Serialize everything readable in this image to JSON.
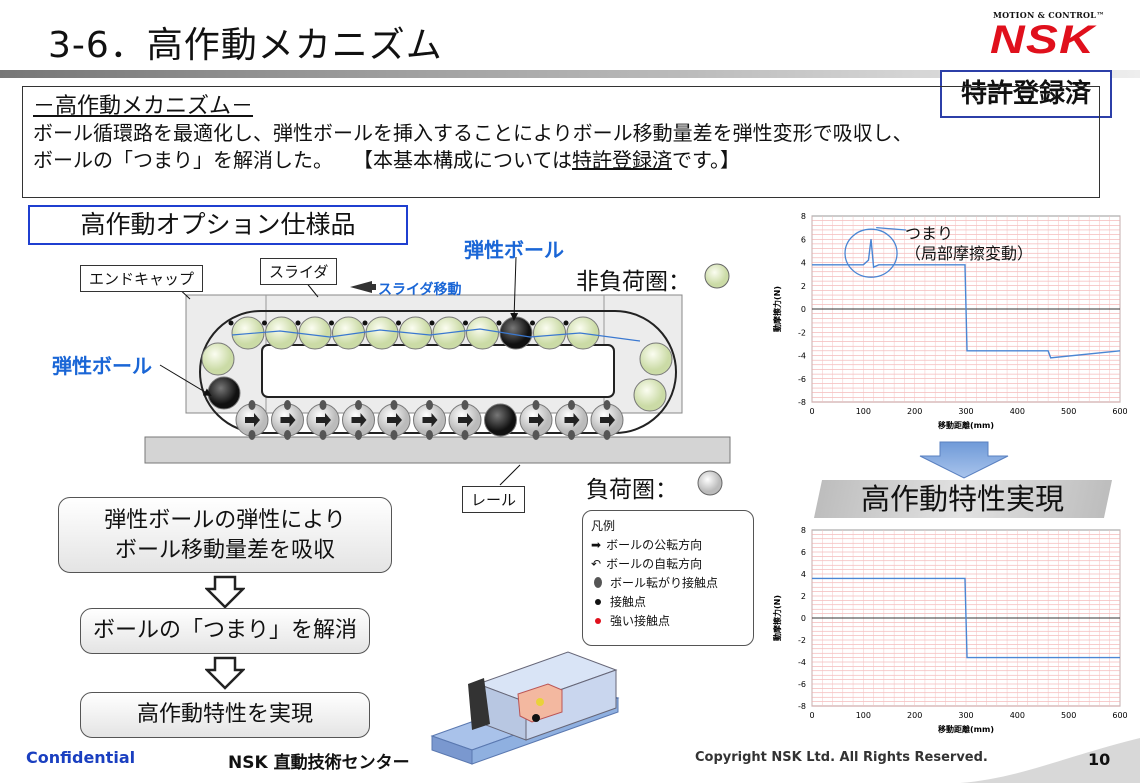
{
  "header": {
    "title": "3-6．高作動メカニズム",
    "logo_small": "MOTION & CONTROL™",
    "logo_main": "NSK",
    "patent_badge": "特許登録済"
  },
  "intro": {
    "heading": "－高作動メカニズム－",
    "line1": "ボール循環路を最適化し、弾性ボールを挿入することによりボール移動量差を弾性変形で吸収し、",
    "line2_a": "ボールの「つまり」を解消した。　　【本基本構成については",
    "line2_b": "特許登録済",
    "line2_c": "です。】"
  },
  "diagram": {
    "option_title": "高作動オプション仕様品",
    "endcap": "エンドキャップ",
    "slider": "スライダ",
    "slider_move": "スライダ移動",
    "elastic_ball_top": "弾性ボール",
    "elastic_ball_left": "弾性ボール",
    "non_load": "非負荷圏：",
    "load": "負荷圏：",
    "rail": "レール"
  },
  "steps": [
    "弾性ボールの弾性により",
    "ボール移動量差を吸収",
    "ボールの「つまり」を解消",
    "高作動特性を実現"
  ],
  "legend": {
    "title": "凡例",
    "items": [
      "ボールの公転方向",
      "ボールの自転方向",
      "ボール転がり接触点",
      "接触点",
      "強い接触点"
    ]
  },
  "chart_annot": {
    "clog": "つまり",
    "clog_sub": "（局部摩擦変動）",
    "realize": "高作動特性実現"
  },
  "chart_data": [
    {
      "type": "line",
      "xlabel": "移動距離(mm)",
      "ylabel": "動摩擦力(N)",
      "xlim": [
        0,
        600
      ],
      "ylim": [
        -8,
        8
      ],
      "xticks": [
        0,
        100,
        200,
        300,
        400,
        500,
        600
      ],
      "yticks": [
        8,
        6,
        4,
        2,
        0,
        -2,
        -4,
        -6,
        -8
      ],
      "series": [
        {
          "x": [
            0,
            100,
            110,
            115,
            120,
            130,
            298,
            302,
            460,
            465,
            600
          ],
          "y": [
            3.8,
            3.8,
            4.2,
            6.0,
            3.6,
            3.8,
            3.8,
            -3.6,
            -3.6,
            -4.2,
            -3.6
          ]
        }
      ]
    },
    {
      "type": "line",
      "xlabel": "移動距離(mm)",
      "ylabel": "動摩擦力(N)",
      "xlim": [
        0,
        600
      ],
      "ylim": [
        -8,
        8
      ],
      "xticks": [
        0,
        100,
        200,
        300,
        400,
        500,
        600
      ],
      "yticks": [
        8,
        6,
        4,
        2,
        0,
        -2,
        -4,
        -6,
        -8
      ],
      "series": [
        {
          "x": [
            0,
            298,
            302,
            600
          ],
          "y": [
            3.6,
            3.6,
            -3.6,
            -3.6
          ]
        }
      ]
    }
  ],
  "footer": {
    "confidential": "Confidential",
    "center": "NSK 直動技術センター",
    "copyright": "Copyright NSK Ltd. All Rights Reserved.",
    "page": "10"
  },
  "colors": {
    "accent_blue": "#1a66d6",
    "brand_red": "#e0101c",
    "ball_green": "#e3ecc8",
    "box_blue": "#1f3fd0"
  }
}
